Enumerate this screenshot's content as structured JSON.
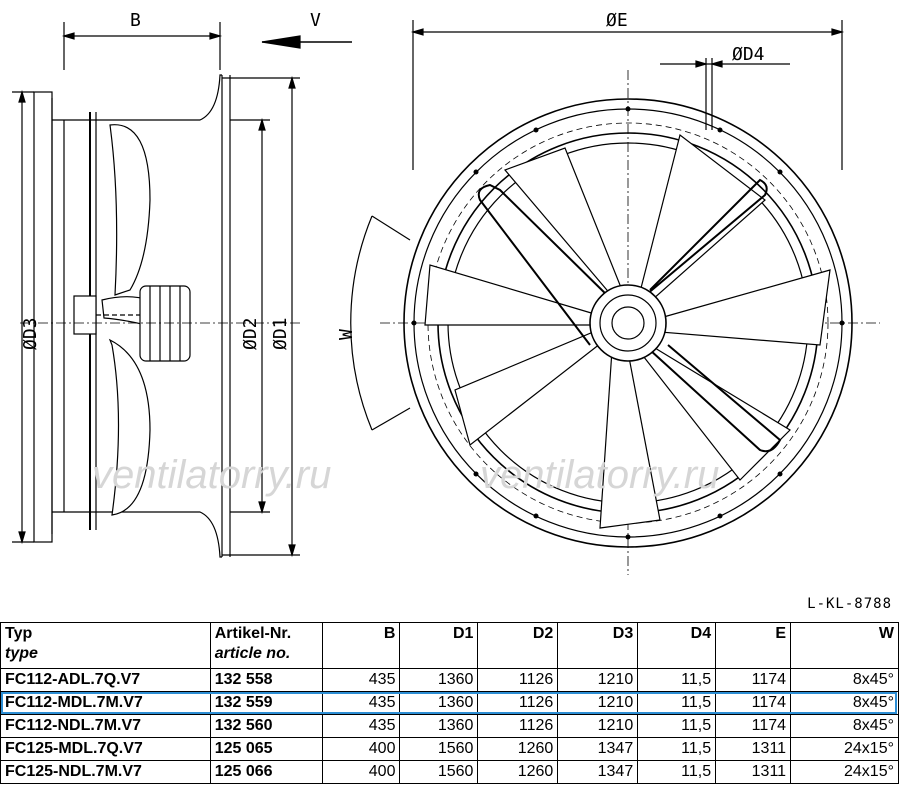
{
  "drawing": {
    "labels": {
      "b": "B",
      "v": "V",
      "e": "ØE",
      "d4": "ØD4",
      "d3": "ØD3",
      "d2": "ØD2",
      "d1": "ØD1",
      "w": "W"
    },
    "watermark": "ventilatorry.ru",
    "doc_code": "L-KL-8788"
  },
  "table": {
    "headers": {
      "type": "Typ",
      "type_sub": "type",
      "article": "Artikel-Nr.",
      "article_sub": "article no.",
      "b": "B",
      "d1": "D1",
      "d2": "D2",
      "d3": "D3",
      "d4": "D4",
      "e": "E",
      "w": "W"
    },
    "rows": [
      {
        "type": "FC112-ADL.7Q.V7",
        "article": "132 558",
        "b": "435",
        "d1": "1360",
        "d2": "1126",
        "d3": "1210",
        "d4": "11,5",
        "e": "1174",
        "w": "8x45°"
      },
      {
        "type": "FC112-MDL.7M.V7",
        "article": "132 559",
        "b": "435",
        "d1": "1360",
        "d2": "1126",
        "d3": "1210",
        "d4": "11,5",
        "e": "1174",
        "w": "8x45°"
      },
      {
        "type": "FC112-NDL.7M.V7",
        "article": "132 560",
        "b": "435",
        "d1": "1360",
        "d2": "1126",
        "d3": "1210",
        "d4": "11,5",
        "e": "1174",
        "w": "8x45°"
      },
      {
        "type": "FC125-MDL.7Q.V7",
        "article": "125 065",
        "b": "400",
        "d1": "1560",
        "d2": "1260",
        "d3": "1347",
        "d4": "11,5",
        "e": "1311",
        "w": "24x15°"
      },
      {
        "type": "FC125-NDL.7M.V7",
        "article": "125 066",
        "b": "400",
        "d1": "1560",
        "d2": "1260",
        "d3": "1347",
        "d4": "11,5",
        "e": "1311",
        "w": "24x15°"
      }
    ],
    "selected_row": 1,
    "highlight_color": "#2d8ed4"
  }
}
